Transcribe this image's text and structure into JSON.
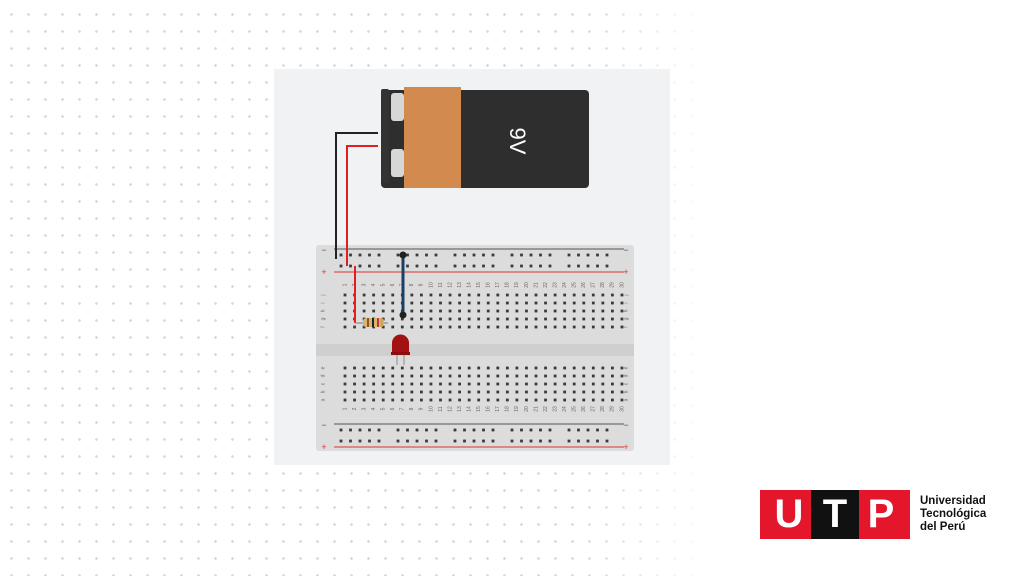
{
  "battery": {
    "label": "9V"
  },
  "breadboard": {
    "rail_minus": "−",
    "rail_plus": "+",
    "columns": [
      "1",
      "2",
      "3",
      "4",
      "5",
      "6",
      "7",
      "8",
      "9",
      "10",
      "11",
      "12",
      "13",
      "14",
      "15",
      "16",
      "17",
      "18",
      "19",
      "20",
      "21",
      "22",
      "23",
      "24",
      "25",
      "26",
      "27",
      "28",
      "29",
      "30"
    ],
    "rows_top": [
      "j",
      "i",
      "h",
      "g",
      "f"
    ],
    "rows_bottom": [
      "e",
      "d",
      "c",
      "b",
      "a"
    ]
  },
  "colors": {
    "wire_black": "#222222",
    "wire_red": "#e02020",
    "wire_blue": "#1c3f63",
    "led": "#a31212",
    "battery_copper": "#d38a4e",
    "battery_body": "#2e2e2e",
    "brand_red": "#e3162b"
  },
  "logo": {
    "letters": [
      "U",
      "T",
      "P"
    ],
    "line1": "Universidad",
    "line2": "Tecnológica",
    "line3": "del Perú"
  }
}
